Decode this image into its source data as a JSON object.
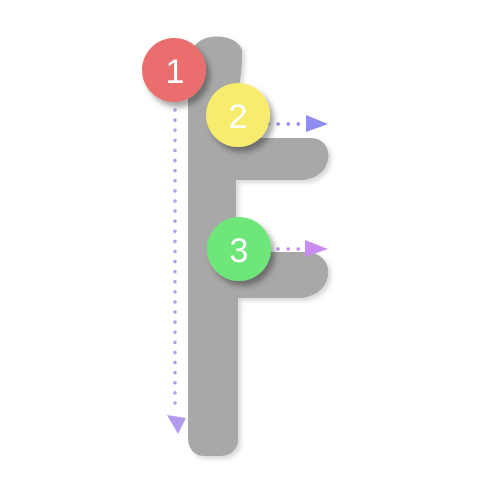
{
  "letter": {
    "glyph": "F",
    "fill_color": "#a8a8a8"
  },
  "strokes": [
    {
      "number": "1",
      "color": "#eb6e6e",
      "direction": "down",
      "arrow_color": "#b39cf0"
    },
    {
      "number": "2",
      "color": "#f7ec6e",
      "direction": "right",
      "arrow_color": "#8f8cf2"
    },
    {
      "number": "3",
      "color": "#6ee67a",
      "direction": "right",
      "arrow_color": "#c98cf2"
    }
  ]
}
